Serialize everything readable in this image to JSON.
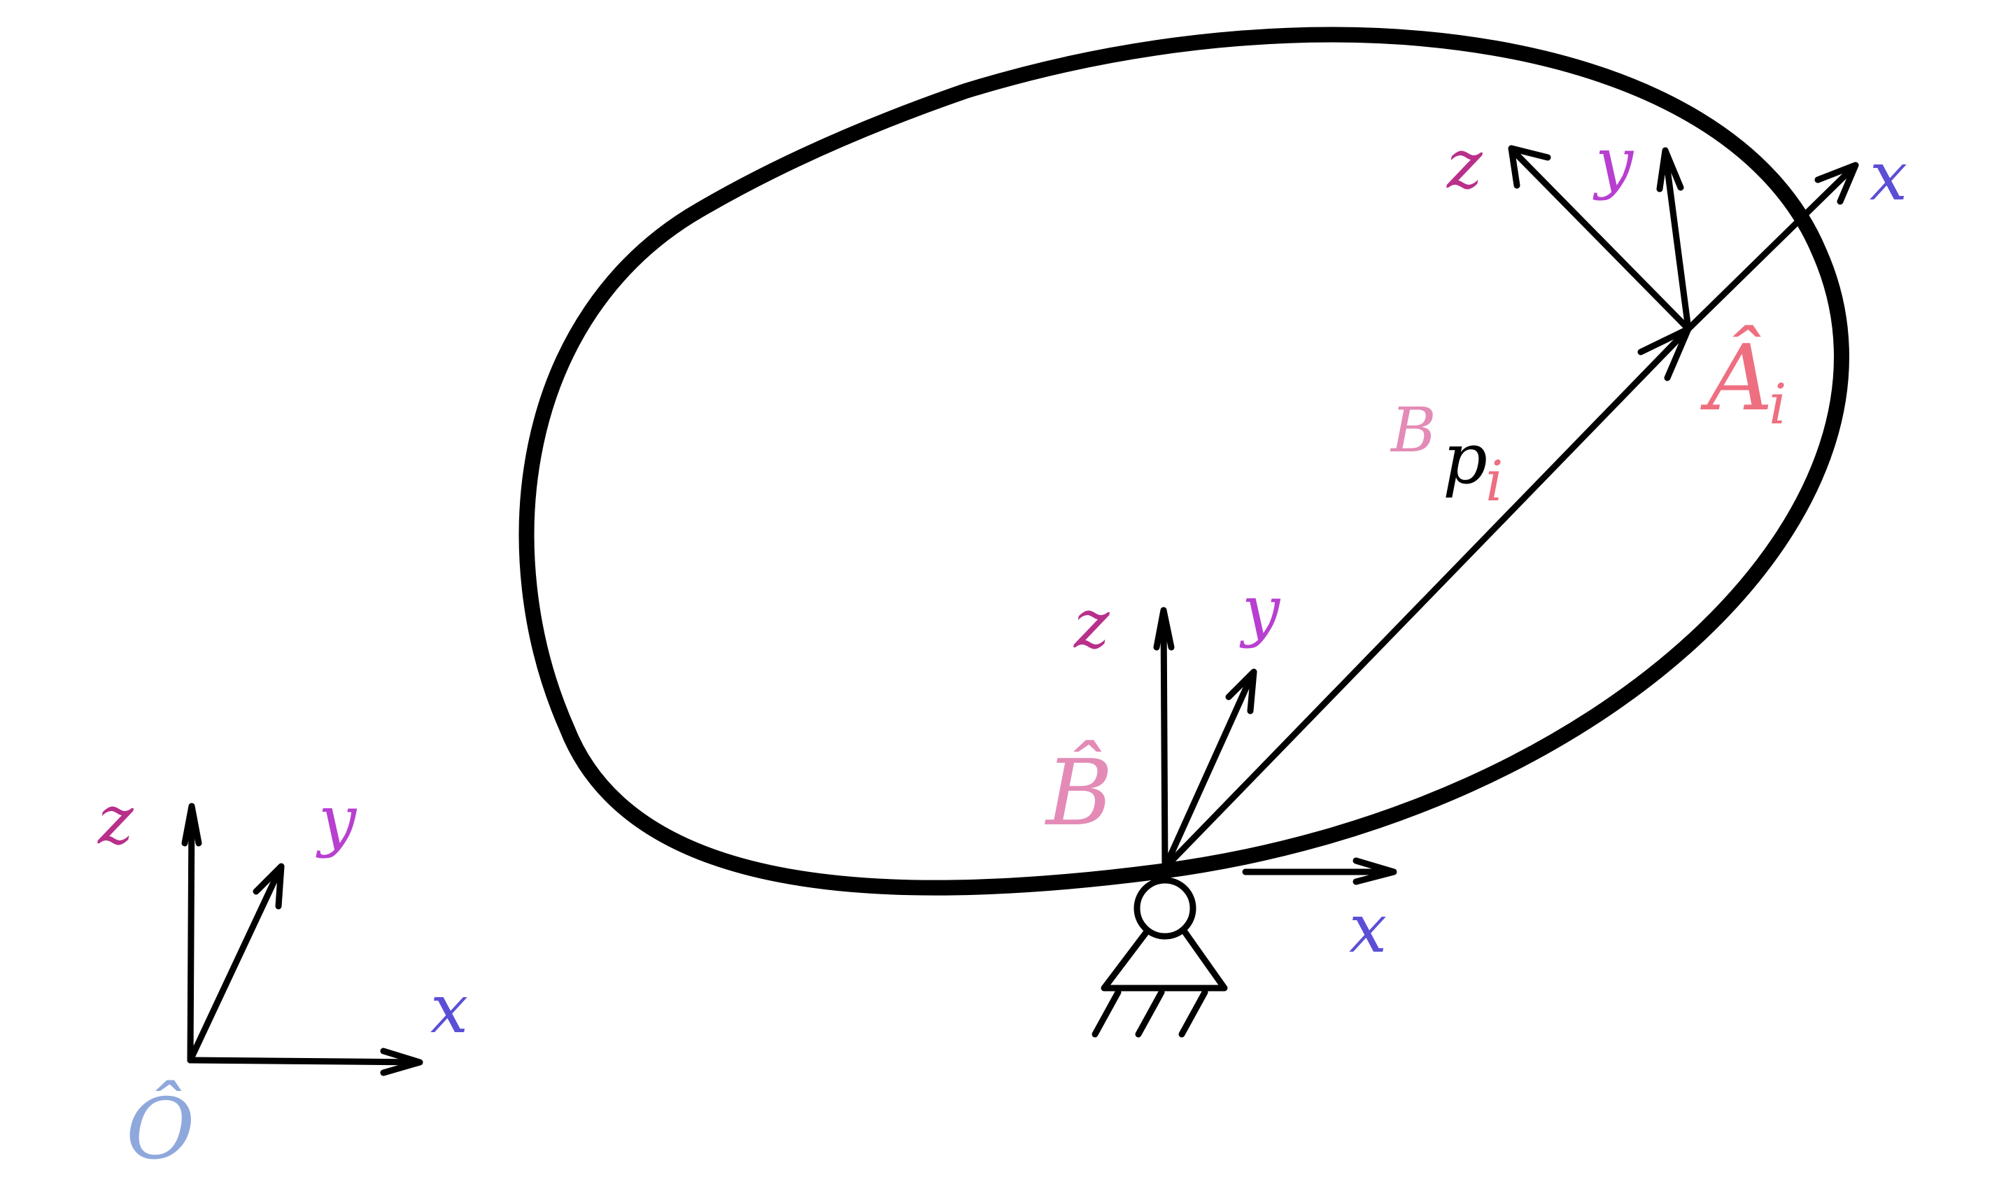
{
  "colors": {
    "stroke": "#000000",
    "x_axis_label": "#5b4fd6",
    "y_axis_label": "#b83fd0",
    "z_axis_label": "#b8308a",
    "origin_O": "#8fa8dc",
    "frame_B": "#e38bb6",
    "frame_A": "#ee6f80",
    "vector_p": "#000000",
    "subscript_i": "#ee6f80"
  },
  "frames": {
    "world": {
      "origin_label": "Ô",
      "x_label": "x",
      "y_label": "y",
      "z_label": "z"
    },
    "base": {
      "origin_label": "B̂",
      "x_label": "x",
      "y_label": "y",
      "z_label": "z"
    },
    "anchor": {
      "origin_label": "Â",
      "origin_subscript": "i",
      "x_label": "x",
      "y_label": "y",
      "z_label": "z"
    }
  },
  "vector": {
    "superscript": "B",
    "symbol": "p",
    "subscript": "i"
  },
  "icons": {
    "support": "pin-support-icon"
  }
}
